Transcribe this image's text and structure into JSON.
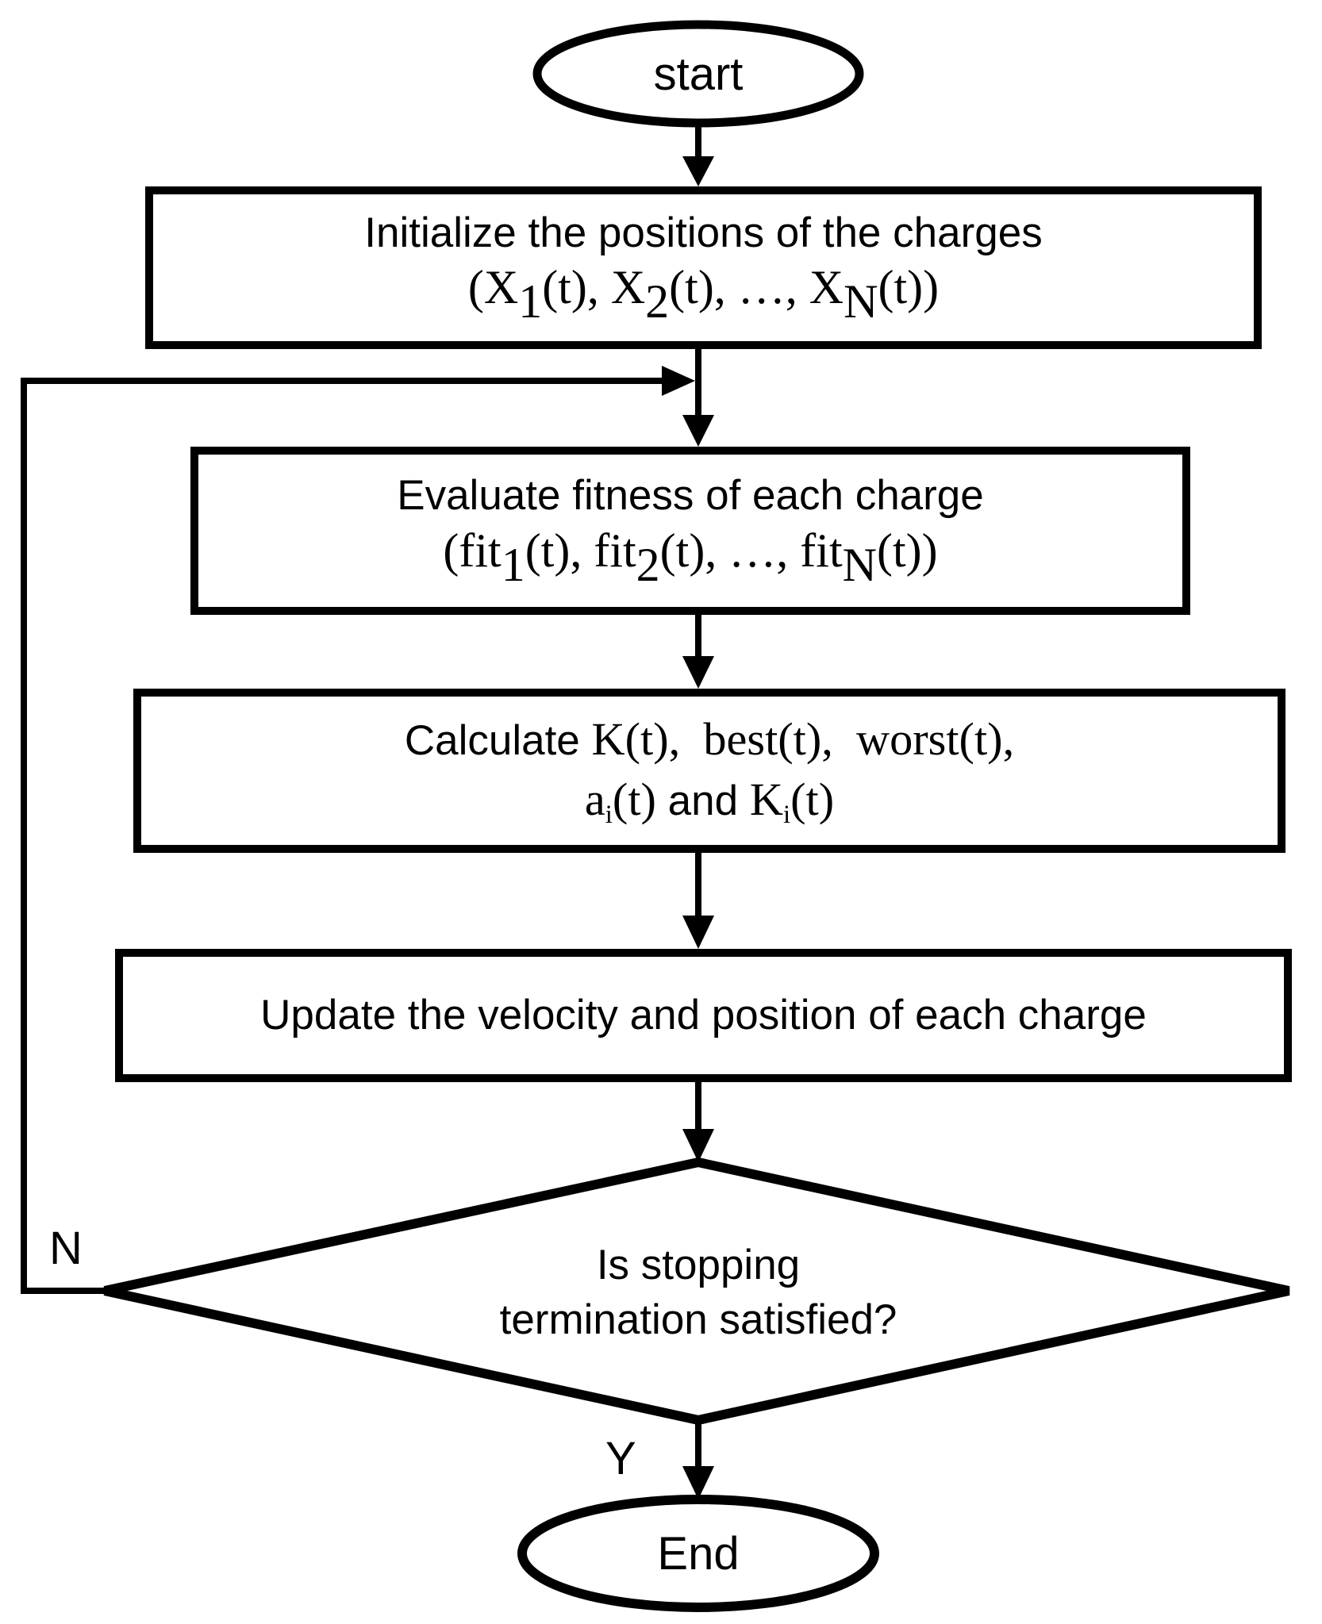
{
  "palette": {
    "ink": "#000000",
    "bg": "#ffffff"
  },
  "flowchart": {
    "start": {
      "label": "start"
    },
    "init": {
      "line1": "Initialize the positions of the charges",
      "line2": [
        {
          "t": "(X",
          "m": 1
        },
        {
          "t": "1",
          "m": 1,
          "sub": 1
        },
        {
          "t": "(t), X",
          "m": 1
        },
        {
          "t": "2",
          "m": 1,
          "sub": 1
        },
        {
          "t": "(t), …, X",
          "m": 1
        },
        {
          "t": "N",
          "m": 1,
          "sub": 1
        },
        {
          "t": "(t))",
          "m": 1
        }
      ]
    },
    "evaluate": {
      "line1": "Evaluate fitness of each charge",
      "line2": [
        {
          "t": "(fit",
          "m": 1
        },
        {
          "t": "1",
          "m": 1,
          "sub": 1
        },
        {
          "t": "(t), fit",
          "m": 1
        },
        {
          "t": "2",
          "m": 1,
          "sub": 1
        },
        {
          "t": "(t), …, fit",
          "m": 1
        },
        {
          "t": "N",
          "m": 1,
          "sub": 1
        },
        {
          "t": "(t))",
          "m": 1
        }
      ]
    },
    "calculate": {
      "line1": [
        {
          "t": "Calculate "
        },
        {
          "t": "K(t)",
          "m": 1
        },
        {
          "t": ",",
          "m": 1,
          "pad": 1
        },
        {
          "t": "best(t)",
          "m": 1
        },
        {
          "t": ",",
          "m": 1,
          "pad": 1
        },
        {
          "t": "worst(t)",
          "m": 1
        },
        {
          "t": ",",
          "m": 1
        }
      ],
      "line2": [
        {
          "t": "a",
          "m": 1
        },
        {
          "t": "i",
          "m": 1,
          "sub": 1
        },
        {
          "t": "(t)",
          "m": 1
        },
        {
          "t": " and "
        },
        {
          "t": "K",
          "m": 1
        },
        {
          "t": "i",
          "m": 1,
          "sub": 1
        },
        {
          "t": "(t)",
          "m": 1
        }
      ]
    },
    "update": {
      "line1": "Update the velocity and position of each charge"
    },
    "decision": {
      "line1": "Is stopping",
      "line2": "termination satisfied?"
    },
    "end": {
      "label": "End"
    },
    "branch": {
      "no": "N",
      "yes": "Y"
    }
  }
}
